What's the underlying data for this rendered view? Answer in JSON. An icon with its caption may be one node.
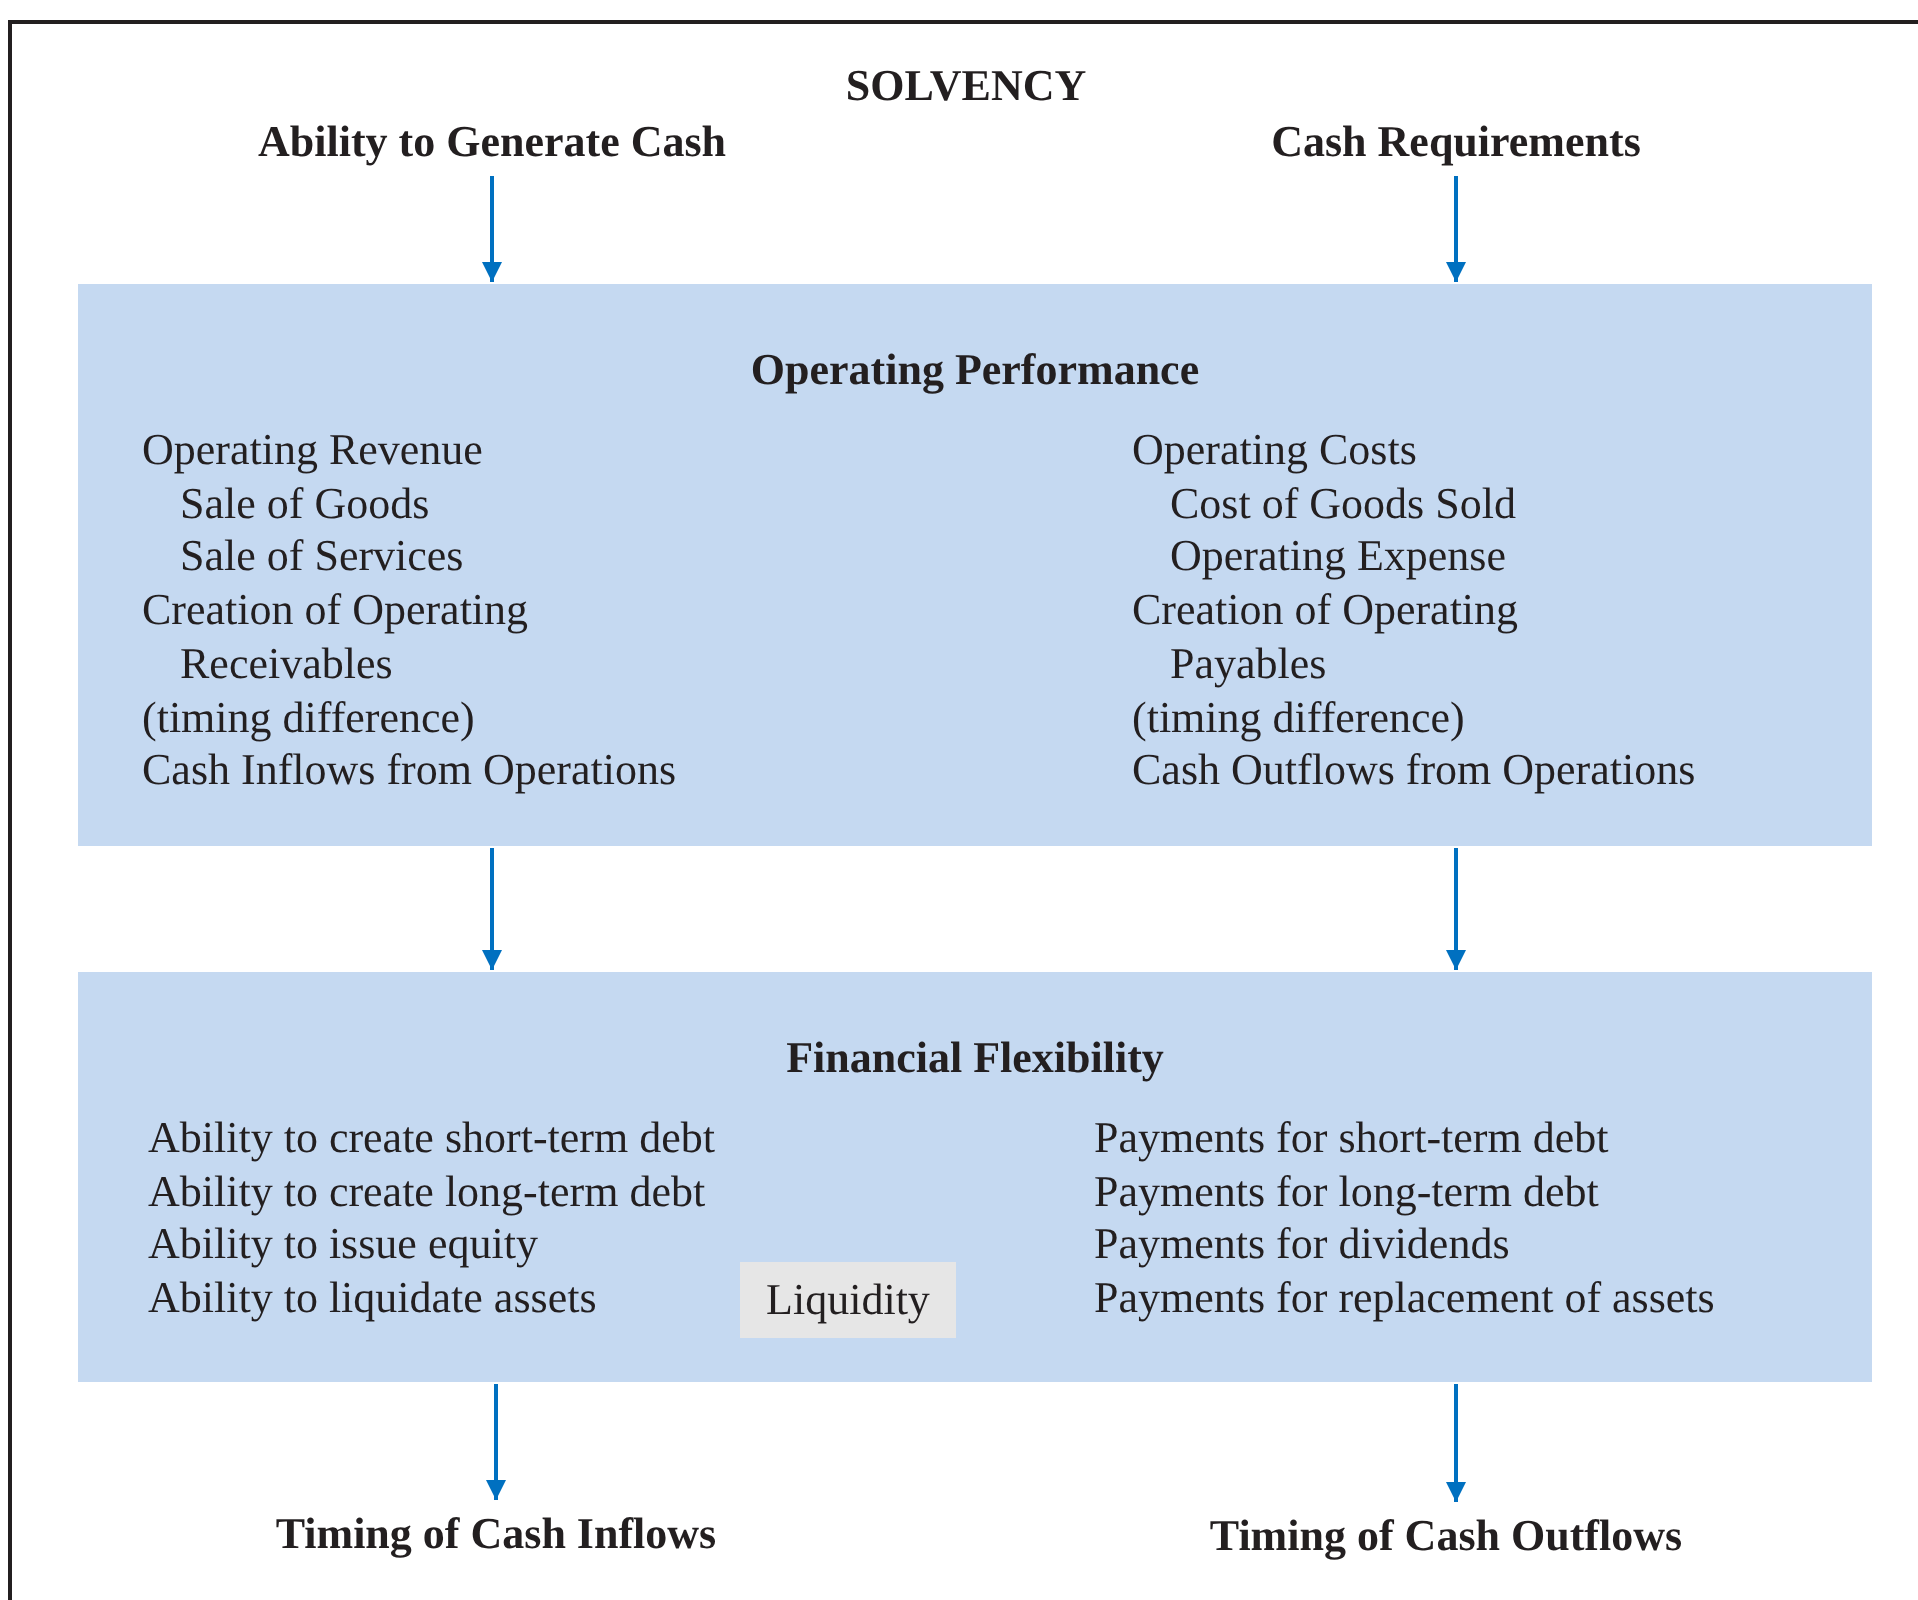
{
  "diagram": {
    "title": "SOLVENCY",
    "nodes": [
      {
        "text": [
          "Ability to Generate Cash"
        ]
      },
      {
        "text": [
          "Cash Requirements"
        ]
      },
      {
        "text": [
          "Operating Performance",
          "Operating Revenue",
          "Sale of Goods",
          "Sale of Services",
          "Creation of Operating Receivables",
          "(timing difference)",
          "Cash Inflows from Operations",
          "Operating Costs",
          "Cost of Goods Sold",
          "Operating Expense",
          "Creation of Operating Payables",
          "(timing difference)",
          "Cash Outflows from Operations"
        ]
      },
      {
        "text": [
          "Financial Flexibility",
          "Ability to create short-term debt",
          "Ability to create long-term debt",
          "Ability to issue equity",
          "Ability to liquidate assets",
          "Payments for short-term debt",
          "Payments for long-term debt",
          "Payments for dividends",
          "Payments for replacement of assets"
        ]
      },
      {
        "text": [
          "Liquidity"
        ],
        "in": 3
      },
      {
        "text": [
          "Timing of Cash Inflows"
        ]
      },
      {
        "text": [
          "Timing of Cash Outflows"
        ]
      }
    ],
    "edges": [
      {
        "from": 0,
        "to": 2,
        "arrow": "to"
      },
      {
        "from": 1,
        "to": 2,
        "arrow": "to"
      },
      {
        "from": 2,
        "to": 3,
        "arrow": "to"
      },
      {
        "from": 2,
        "to": 3,
        "arrow": "to"
      },
      {
        "from": 3,
        "to": 5,
        "arrow": "to"
      },
      {
        "from": 3,
        "to": 6,
        "arrow": "to"
      }
    ]
  }
}
